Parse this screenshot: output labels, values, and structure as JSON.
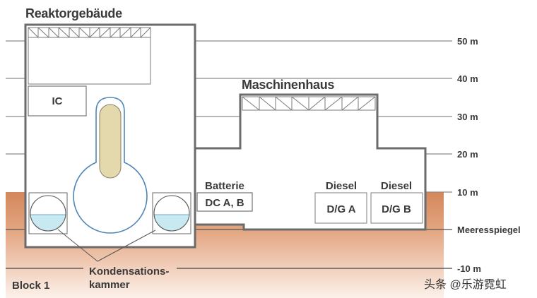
{
  "title": "Reaktorgebäude",
  "labels": {
    "reactor_building": "Reaktorgebäude",
    "turbine_hall": "Maschinenhaus",
    "ic": "IC",
    "battery_title": "Batterie",
    "battery_box": "DC A, B",
    "diesel_a_title": "Diesel",
    "diesel_a_box": "D/G A",
    "diesel_b_title": "Diesel",
    "diesel_b_box": "D/G B",
    "condensation_line1": "Kondensations-",
    "condensation_line2": "kammer",
    "block": "Block 1"
  },
  "levels": [
    {
      "label": "50 m",
      "value": 50
    },
    {
      "label": "40 m",
      "value": 40
    },
    {
      "label": "30 m",
      "value": 30
    },
    {
      "label": "20 m",
      "value": 20
    },
    {
      "label": "10 m",
      "value": 10
    },
    {
      "label": "Meeresspiegel",
      "value": 0
    },
    {
      "label": "-10 m",
      "value": -10
    }
  ],
  "watermark": "头条 @乐游霓虹",
  "colors": {
    "wall": "#6b6b6b",
    "ground_top": "#d4875a",
    "ground_bottom": "#f6e1d2",
    "water": "#c8e8f2",
    "vessel_outline": "#4f86b8",
    "fuel": "#e3d9ad",
    "level_line": "#8a8a8a"
  }
}
